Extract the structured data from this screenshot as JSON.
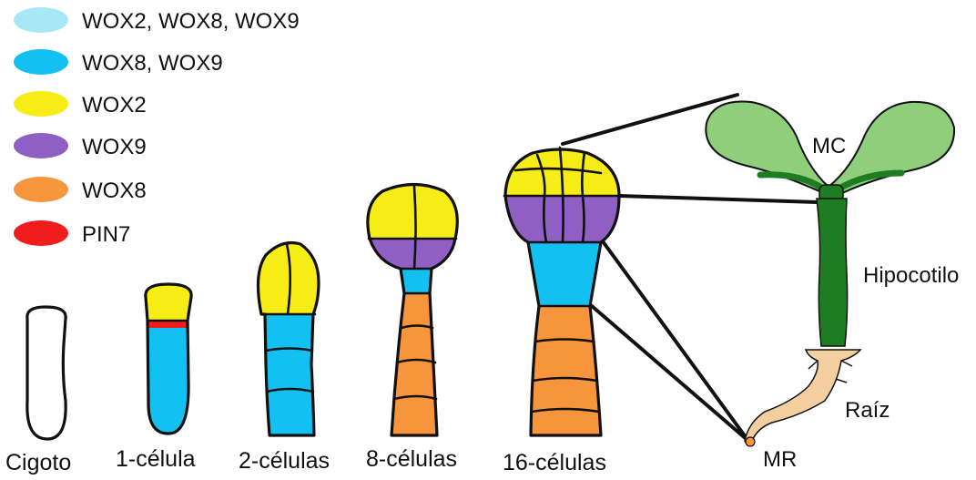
{
  "legend": [
    {
      "label": "WOX2, WOX8, WOX9",
      "color": "#a6e8f6"
    },
    {
      "label": "WOX8, WOX9",
      "color": "#12c1f2"
    },
    {
      "label": "WOX2",
      "color": "#f7ed16"
    },
    {
      "label": "WOX9",
      "color": "#8f5fc4"
    },
    {
      "label": "WOX8",
      "color": "#f7953d"
    },
    {
      "label": "PIN7",
      "color": "#f01d1d"
    }
  ],
  "stages": [
    "Cigoto",
    "1-célula",
    "2-células",
    "8-células",
    "16-células"
  ],
  "seedling": {
    "labels": {
      "mc": "MC",
      "hypocotyl": "Hipocotilo",
      "root": "Raíz",
      "mr": "MR"
    },
    "colors": {
      "cotyledon": "#8fcf7c",
      "stem": "#1e7d23",
      "root": "#f3cfa0"
    }
  }
}
